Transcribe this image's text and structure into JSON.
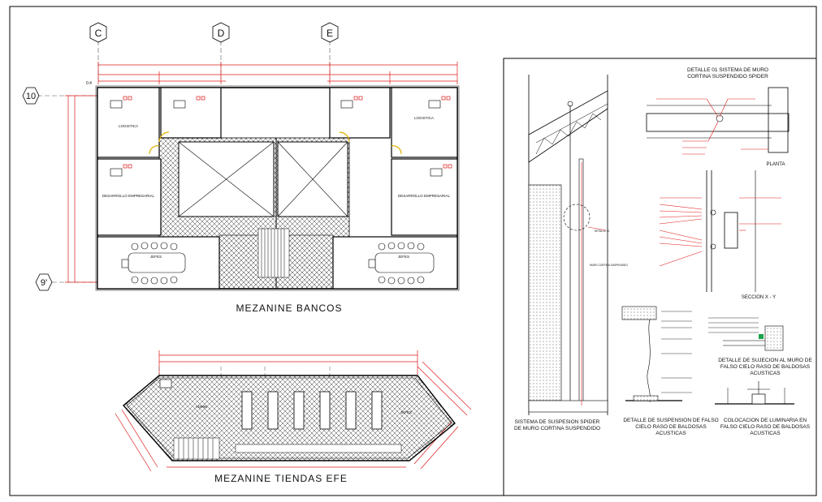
{
  "grid_labels": {
    "c": "C",
    "d": "D",
    "e": "E",
    "row_10": "10",
    "row_9": "9'"
  },
  "dim_small": "0.4",
  "titles": {
    "mezzanine_banks": "MEZANINE  BANCOS",
    "mezzanine_stores": "MEZANINE  TIENDAS  EFE",
    "detail_01_line1": "DETALLE 01 SISTEMA DE MURO",
    "detail_01_line2": "CORTINA SUSPENDIDO SPIDER",
    "planta": "PLANTA",
    "seccion": "SECCION  X - Y",
    "suspension_system_line1": "SISTEMA DE SUSPESION SPIDER",
    "suspension_system_line2": "DE MURO CORTINA SUSPENDIDO",
    "ceiling_suspension_line1": "DETALLE DE SUSPENSION DE FALSO",
    "ceiling_suspension_line2": "CIELO RASO DE BALDOSAS",
    "ceiling_suspension_line3": "ACUSTICAS",
    "luminaire_line1": "COLOCACION DE LUMINARIA EN",
    "luminaire_line2": "FALSO CIELO RASO DE BALDOSAS",
    "luminaire_line3": "ACUSTICAS",
    "wall_fix_line1": "DETALLE DE SUJECION AL MURO DE",
    "wall_fix_line2": "FALSO CIELO RASO DE BALDOSAS",
    "wall_fix_line3": "ACUSTICAS"
  },
  "rooms": {
    "logistica_left": "LOGISTICA",
    "logistica_right": "LOGISTICA",
    "des_left": "DESARROLLO EMPRESARIAL",
    "des_right": "DESARROLLO EMPRESARIAL",
    "jefes_left": "JEFES",
    "jefes_right": "JEFES",
    "admin_store": "ADMIN",
    "store_right": "JEFES"
  },
  "labels": {
    "detalle_01": "DETALLE 01",
    "muro_cortina": "MURO CORTINA SUSPENDIDO"
  }
}
